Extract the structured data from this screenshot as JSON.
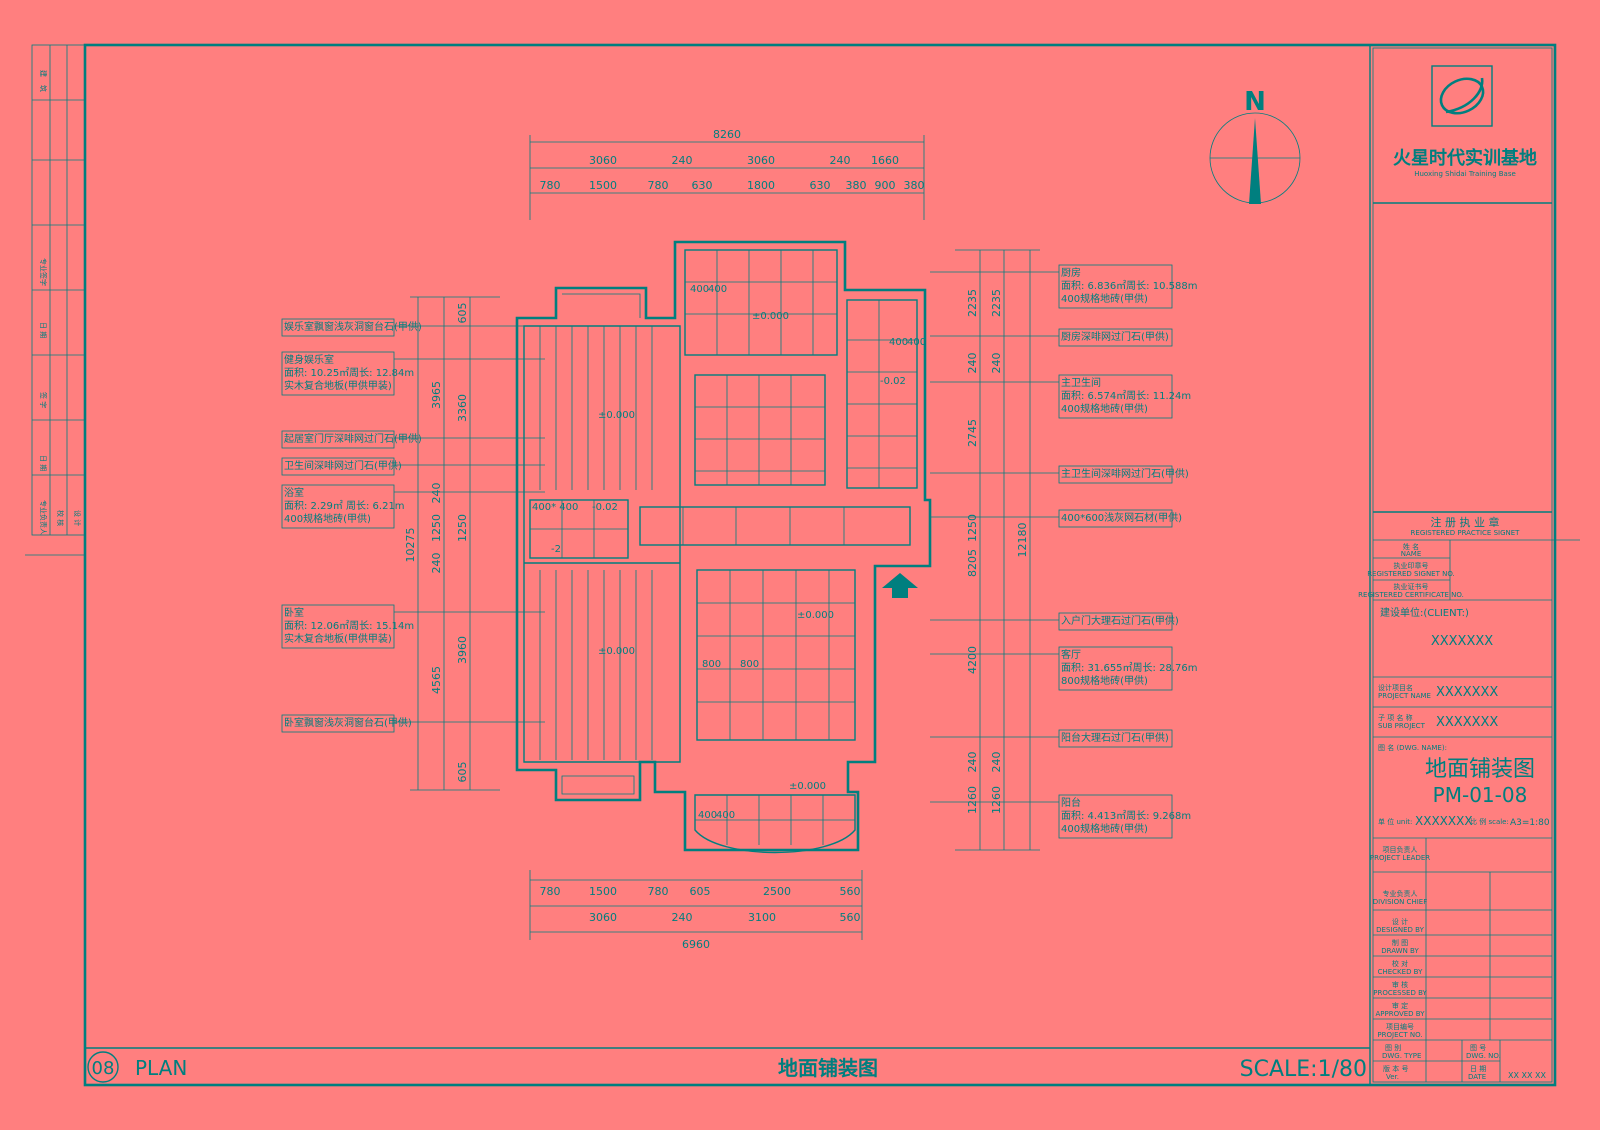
{
  "colors": {
    "background": "#FF7F7F",
    "ink": "#007F7F"
  },
  "north": {
    "letter": "N"
  },
  "logo": {
    "icon": "company-logo-icon",
    "name_cn": "火星时代实训基地",
    "name_en": "Huoxing Shidai Training Base"
  },
  "registration": {
    "title_cn": "注 册 执 业 章",
    "title_en": "REGISTERED PRACTICE SIGNET",
    "rows": [
      {
        "cn": "姓 名",
        "en": "NAME"
      },
      {
        "cn": "执业印章号",
        "en": "REGISTERED SIGNET NO."
      },
      {
        "cn": "执业证书号",
        "en": "REGISTERED CERTIFICATE NO."
      }
    ]
  },
  "client": {
    "label": "建设单位:(CLIENT:)",
    "value": "XXXXXXX"
  },
  "project_name": {
    "cn": "设计项目名",
    "en": "PROJECT NAME",
    "value": "XXXXXXX"
  },
  "sub_project": {
    "cn": "子 项 名 称",
    "en": "SUB PROJECT",
    "value": "XXXXXXX"
  },
  "drawing_name": {
    "label": "图 名 (DWG. NAME):",
    "title": "地面铺装图",
    "number": "PM-01-08"
  },
  "unit_scale": {
    "unit_label": "单 位 unit:",
    "unit_value": "XXXXXXX",
    "scale_label": "比 例 scale:",
    "scale_value": "A3=1:80"
  },
  "signatures": [
    {
      "cn": "项目负责人",
      "en": "PROJECT LEADER"
    },
    {
      "cn": "专业负责人",
      "en": "DIVISION CHIEF"
    },
    {
      "cn": "设 计",
      "en": "DESIGNED BY"
    },
    {
      "cn": "制 图",
      "en": "DRAWN BY"
    },
    {
      "cn": "校 对",
      "en": "CHECKED BY"
    },
    {
      "cn": "审 核",
      "en": "PROCESSED BY"
    },
    {
      "cn": "审 定",
      "en": "APPROVED BY"
    },
    {
      "cn": "项目编号",
      "en": "PROJECT NO."
    }
  ],
  "bottom_meta": {
    "dwg_type_cn": "图 别",
    "dwg_type_en": "DWG. TYPE",
    "version_cn": "版 本 号",
    "version_en": "Ver.",
    "dwg_no_cn": "图 号",
    "dwg_no_en": "DWG. NO.",
    "date_cn": "日 期",
    "date_en": "DATE",
    "date_value": "XX XX XX"
  },
  "left_strip": {
    "labels": [
      "建",
      "筑",
      "专业签字",
      "日 期",
      "签 字",
      "日 期",
      "专业负责人",
      "校 核",
      "设 计"
    ]
  },
  "bottom_bar": {
    "number": "08",
    "plan": "PLAN",
    "title": "地面铺装图",
    "scale": "SCALE:1/80"
  },
  "dims_top_total": "8260",
  "dims_top_mid": [
    "3060",
    "240",
    "3060",
    "240",
    "1660"
  ],
  "dims_top_detail": [
    "780",
    "1500",
    "780",
    "630",
    "1800",
    "630",
    "380",
    "900",
    "380"
  ],
  "dims_bottom_detail": [
    "780",
    "1500",
    "780",
    "605",
    "2500",
    "560"
  ],
  "dims_bottom_mid": [
    "3060",
    "240",
    "3100",
    "560"
  ],
  "dims_bottom_total": "6960",
  "dims_left_outer": "10275",
  "dims_left_mid": [
    "3965",
    "240",
    "1250",
    "240",
    "4565"
  ],
  "dims_left_inner": [
    "605",
    "3360",
    "1250",
    "3960",
    "605"
  ],
  "dims_right_outer": "12180",
  "dims_right_mid": [
    "2235",
    "240",
    "2745",
    "1250",
    "8205",
    "4200",
    "240",
    "1260"
  ],
  "dims_right_inner": [
    "2235",
    "1260"
  ],
  "plan_marks": {
    "level_0": "±0.000",
    "level_neg": "-0.02",
    "tile_400": "400",
    "tile_400x400": "400* 400",
    "tile_800": "800",
    "level_neg2": "-2"
  },
  "left_notes": [
    {
      "lines": [
        "娱乐室飘窗浅灰洞窗台石(甲供)"
      ]
    },
    {
      "lines": [
        "健身娱乐室",
        "面积: 10.25㎡周长: 12.84m",
        "实木复合地板(甲供甲装)"
      ]
    },
    {
      "lines": [
        "起居室门厅深啡网过门石(甲供)"
      ]
    },
    {
      "lines": [
        "卫生间深啡网过门石(甲供)"
      ]
    },
    {
      "lines": [
        "浴室",
        "面积: 2.29㎡ 周长: 6.21m",
        "400规格地砖(甲供)"
      ]
    },
    {
      "lines": [
        "卧室",
        "面积: 12.06㎡周长: 15.14m",
        "实木复合地板(甲供甲装)"
      ]
    },
    {
      "lines": [
        "卧室飘窗浅灰洞窗台石(甲供)"
      ]
    }
  ],
  "right_notes": [
    {
      "lines": [
        "厨房",
        "面积: 6.836㎡周长: 10.588m",
        "400规格地砖(甲供)"
      ]
    },
    {
      "lines": [
        "厨房深啡网过门石(甲供)"
      ]
    },
    {
      "lines": [
        "主卫生间",
        "面积: 6.574㎡周长: 11.24m",
        "400规格地砖(甲供)"
      ]
    },
    {
      "lines": [
        "主卫生间深啡网过门石(甲供)"
      ]
    },
    {
      "lines": [
        "400*600浅灰网石材(甲供)"
      ]
    },
    {
      "lines": [
        "入户门大理石过门石(甲供)"
      ]
    },
    {
      "lines": [
        "客厅",
        "面积: 31.655㎡周长: 28.76m",
        "800规格地砖(甲供)"
      ]
    },
    {
      "lines": [
        "阳台大理石过门石(甲供)"
      ]
    },
    {
      "lines": [
        "阳台",
        "面积: 4.413㎡周长: 9.268m",
        "400规格地砖(甲供)"
      ]
    }
  ]
}
